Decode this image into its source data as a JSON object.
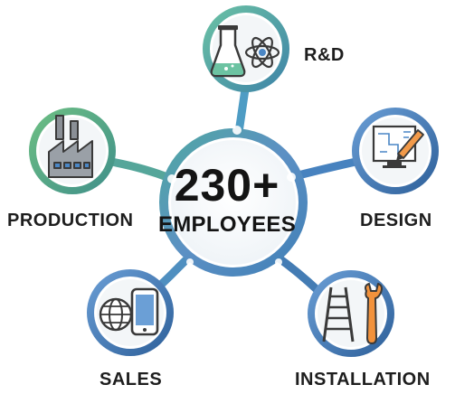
{
  "hub": {
    "count": "230+",
    "label": "EMPLOYEES"
  },
  "departments": [
    {
      "label": "R&D",
      "icon": "flask-atom-icon"
    },
    {
      "label": "PRODUCTION",
      "icon": "factory-icon"
    },
    {
      "label": "DESIGN",
      "icon": "blueprint-pencil-icon"
    },
    {
      "label": "SALES",
      "icon": "globe-phone-icon"
    },
    {
      "label": "INSTALLATION",
      "icon": "ladder-wrench-icon"
    }
  ],
  "colors": {
    "ring_blue": "#3d6fa8",
    "ring_teal": "#4aa3a0",
    "ring_green": "#6cbf7f",
    "text": "#1e1e1e"
  }
}
